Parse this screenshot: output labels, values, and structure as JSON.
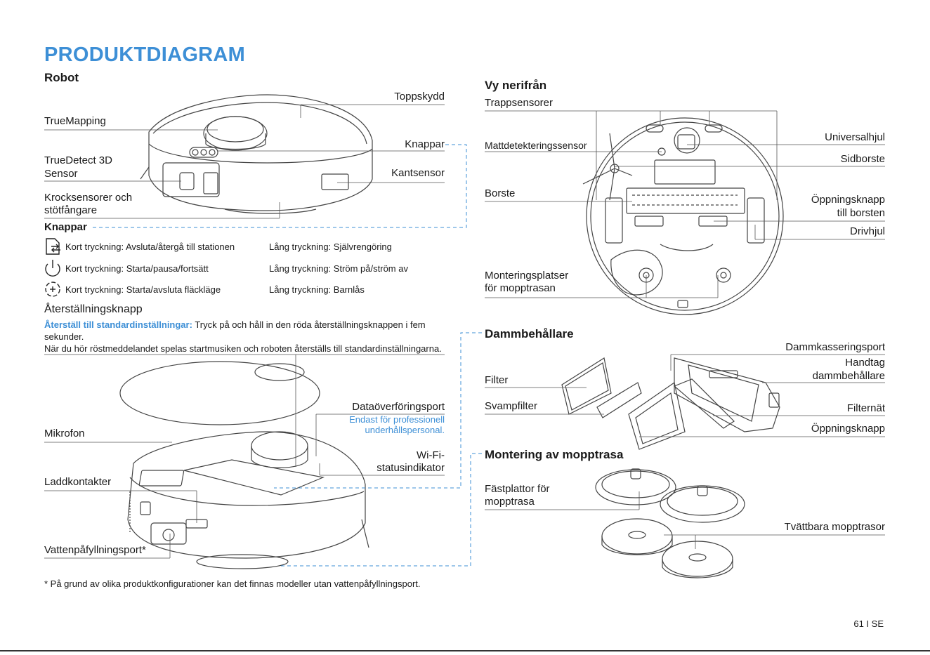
{
  "page": {
    "title": "PRODUKTDIAGRAM",
    "page_number": "61 I SE"
  },
  "robot": {
    "heading": "Robot",
    "labels": {
      "toppskydd": "Toppskydd",
      "truemapping": "TrueMapping",
      "knappar_label": "Knappar",
      "truedetect_line1": "TrueDetect 3D",
      "truedetect_line2": "Sensor",
      "kantsensor": "Kantsensor",
      "krock_line1": "Krocksensorer och",
      "krock_line2": "stötfångare"
    }
  },
  "buttons": {
    "heading": "Knappar",
    "rows": [
      {
        "icon": "home-return-icon",
        "short": "Kort tryckning: Avsluta/återgå till stationen",
        "long": "Lång tryckning: Självrengöring"
      },
      {
        "icon": "power-icon",
        "short": "Kort tryckning: Starta/pausa/fortsätt",
        "long": "Lång tryckning: Ström på/ström av"
      },
      {
        "icon": "spot-clean-icon",
        "short": "Kort tryckning: Starta/avsluta fläckläge",
        "long": "Lång tryckning: Barnlås"
      }
    ]
  },
  "reset": {
    "heading": "Återställningsknapp",
    "bold_lead": "Återställ till standardinställningar:",
    "line1_rest": " Tryck på och håll in den röda återställningsknappen i fem",
    "line2": "sekunder.",
    "line3": "När du hör röstmeddelandet spelas startmusiken och roboten återställs till standardinställningarna."
  },
  "open_robot": {
    "labels": {
      "dataport": "Dataöverföringsport",
      "dataport_note1": "Endast för professionell",
      "dataport_note2": "underhållspersonal.",
      "mikrofon": "Mikrofon",
      "wifi_line1": "Wi-Fi-",
      "wifi_line2": "statusindikator",
      "laddkontakter": "Laddkontakter",
      "vattenport": "Vattenpåfyllningsport*"
    },
    "footnote": "* På grund av olika produktkonfigurationer kan det finnas modeller utan vattenpåfyllningsport."
  },
  "bottom_view": {
    "heading": "Vy nerifrån",
    "labels": {
      "trappsensorer": "Trappsensorer",
      "universalhjul": "Universalhjul",
      "mattsensor": "Mattdetekteringssensor",
      "sidborste": "Sidborste",
      "borste": "Borste",
      "oppningsknapp_line1": "Öppningsknapp",
      "oppningsknapp_line2": "till borsten",
      "drivhjul": "Drivhjul",
      "mopp_line1": "Monteringsplatser",
      "mopp_line2": "för mopptrasan"
    }
  },
  "dustbin": {
    "heading": "Dammbehållare",
    "labels": {
      "dammkassering": "Dammkasseringsport",
      "handtag_line1": "Handtag",
      "handtag_line2": "dammbehållare",
      "filter": "Filter",
      "svampfilter": "Svampfilter",
      "filternat": "Filternät",
      "oppningsknapp": "Öppningsknapp"
    }
  },
  "mop": {
    "heading": "Montering av mopptrasa",
    "labels": {
      "fastplattor_line1": "Fästplattor för",
      "fastplattor_line2": "mopptrasa",
      "tvattbara": "Tvättbara mopptrasor"
    }
  },
  "colors": {
    "accent": "#3d8fd6",
    "text": "#1a1a1a",
    "line": "#555555"
  }
}
